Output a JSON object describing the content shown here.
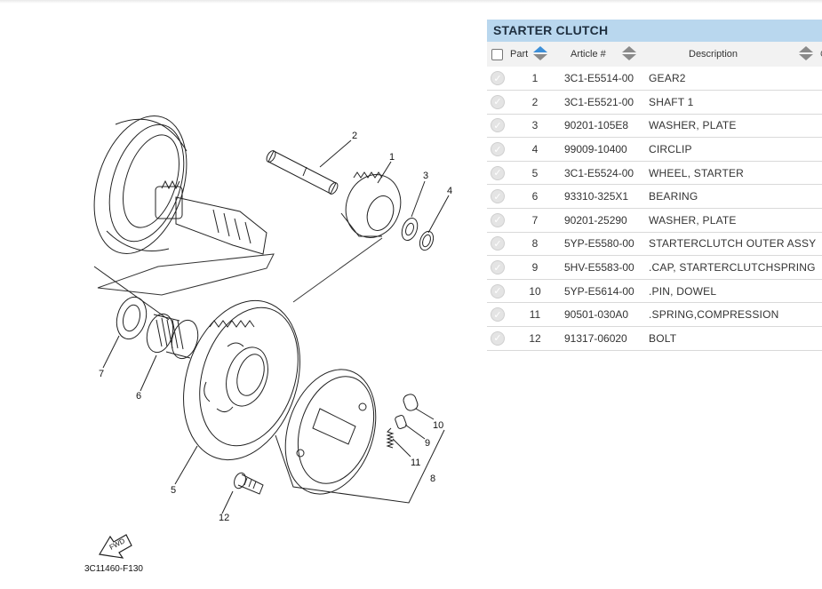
{
  "diagram": {
    "code": "3C11460-F130",
    "fwd_label": "FWD",
    "callouts": [
      "2",
      "1",
      "3",
      "4",
      "7",
      "6",
      "5",
      "10",
      "9",
      "11",
      "8",
      "12"
    ]
  },
  "panel": {
    "title": "STARTER CLUTCH",
    "headers": {
      "part": "Part",
      "article": "Article #",
      "description": "Description",
      "extra": "Q"
    },
    "rows": [
      {
        "part": "1",
        "article": "3C1-E5514-00",
        "description": "GEAR2"
      },
      {
        "part": "2",
        "article": "3C1-E5521-00",
        "description": "SHAFT 1"
      },
      {
        "part": "3",
        "article": "90201-105E8",
        "description": "WASHER, PLATE"
      },
      {
        "part": "4",
        "article": "99009-10400",
        "description": "CIRCLIP"
      },
      {
        "part": "5",
        "article": "3C1-E5524-00",
        "description": "WHEEL, STARTER"
      },
      {
        "part": "6",
        "article": "93310-325X1",
        "description": "BEARING"
      },
      {
        "part": "7",
        "article": "90201-25290",
        "description": "WASHER, PLATE"
      },
      {
        "part": "8",
        "article": "5YP-E5580-00",
        "description": "STARTERCLUTCH OUTER ASSY"
      },
      {
        "part": "9",
        "article": "5HV-E5583-00",
        "description": ".CAP, STARTERCLUTCHSPRING"
      },
      {
        "part": "10",
        "article": "5YP-E5614-00",
        "description": ".PIN, DOWEL"
      },
      {
        "part": "11",
        "article": "90501-030A0",
        "description": ".SPRING,COMPRESSION"
      },
      {
        "part": "12",
        "article": "91317-06020",
        "description": "BOLT"
      }
    ]
  }
}
